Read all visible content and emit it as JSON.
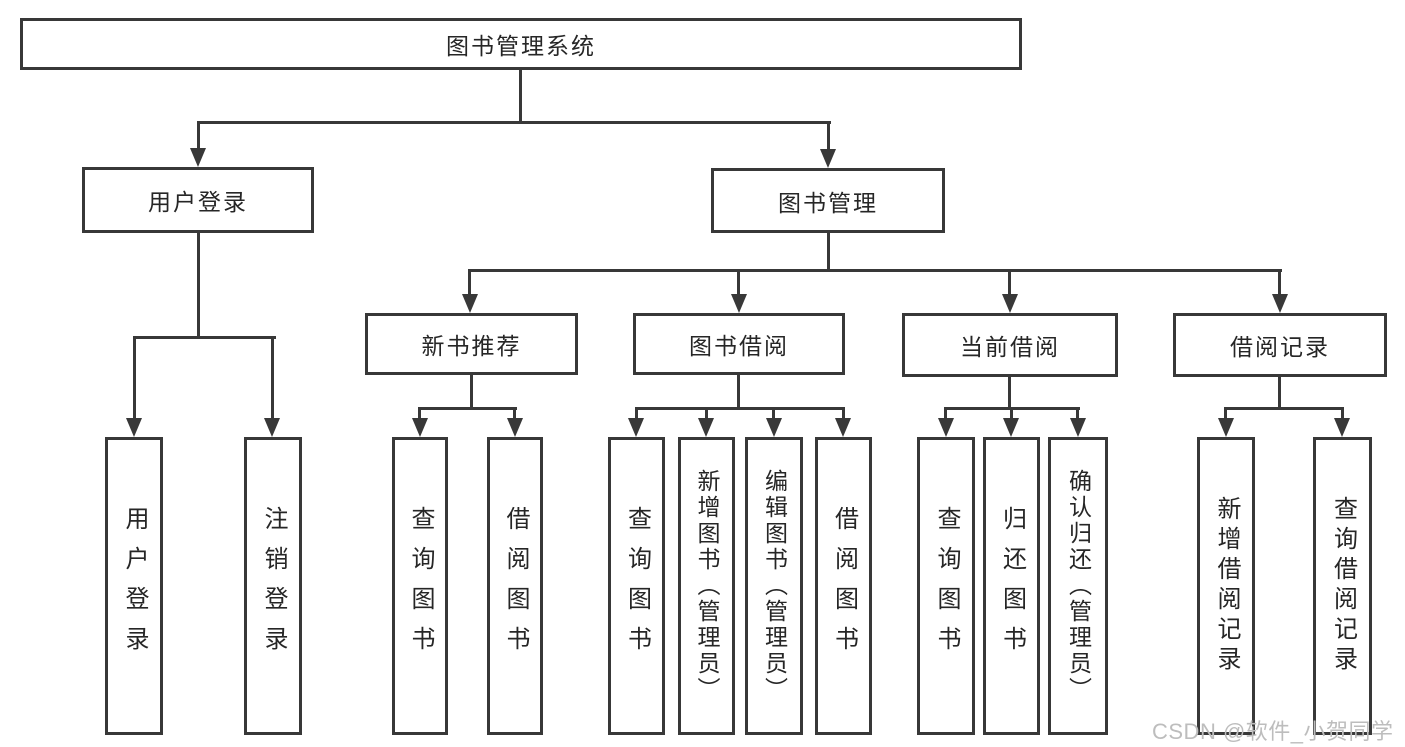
{
  "diagram": {
    "root_label": "图书管理系统",
    "level1": [
      {
        "label": "用户登录"
      },
      {
        "label": "图书管理"
      }
    ],
    "level2": [
      {
        "label": "新书推荐",
        "parent": "图书管理"
      },
      {
        "label": "图书借阅",
        "parent": "图书管理"
      },
      {
        "label": "当前借阅",
        "parent": "图书管理"
      },
      {
        "label": "借阅记录",
        "parent": "图书管理"
      }
    ],
    "leaves": [
      {
        "label": "用户登录",
        "parent": "用户登录"
      },
      {
        "label": "注销登录",
        "parent": "用户登录"
      },
      {
        "label": "查询图书",
        "parent": "新书推荐"
      },
      {
        "label": "借阅图书",
        "parent": "新书推荐"
      },
      {
        "label": "查询图书",
        "parent": "图书借阅"
      },
      {
        "label": "新增图书（管理员）",
        "parent": "图书借阅"
      },
      {
        "label": "编辑图书（管理员）",
        "parent": "图书借阅"
      },
      {
        "label": "借阅图书",
        "parent": "图书借阅"
      },
      {
        "label": "查询图书",
        "parent": "当前借阅"
      },
      {
        "label": "归还图书",
        "parent": "当前借阅"
      },
      {
        "label": "确认归还（管理员）",
        "parent": "当前借阅"
      },
      {
        "label": "新增借阅记录",
        "parent": "借阅记录"
      },
      {
        "label": "查询借阅记录",
        "parent": "借阅记录"
      }
    ]
  },
  "watermark": {
    "text": "CSDN @软件_小贺同学",
    "color": "#bdbdbd"
  },
  "colors": {
    "line": "#383838",
    "text": "#262626",
    "background": "#ffffff"
  }
}
